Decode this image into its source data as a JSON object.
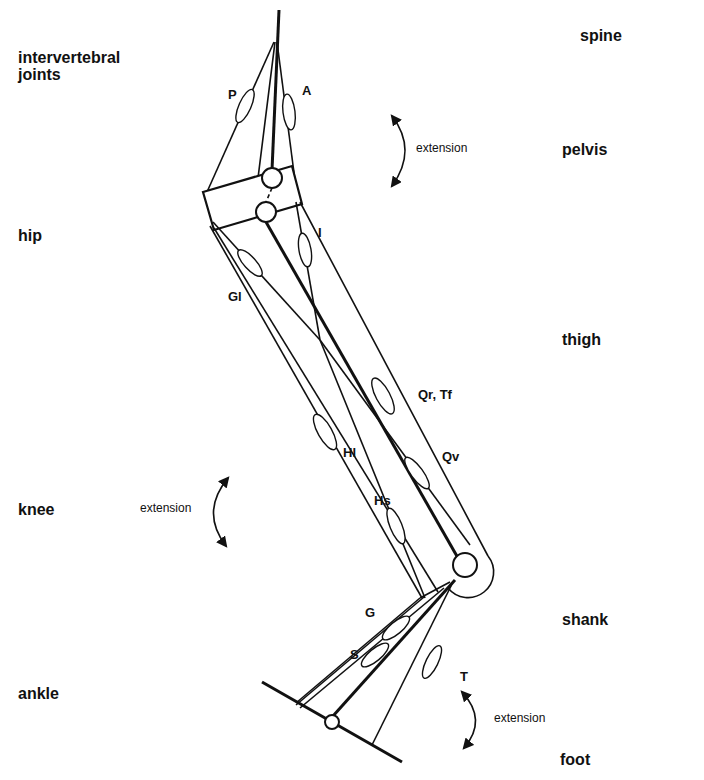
{
  "diagram": {
    "labels": [
      "intervertebral joints",
      "spine",
      "P",
      "A",
      "extension",
      "pelvis",
      "hip",
      "I",
      "Gl",
      "thigh",
      "Qr, Tf",
      "Hl",
      "Qv",
      "Hs",
      "knee",
      "extension",
      "G",
      "shank",
      "S",
      "T",
      "ankle",
      "extension",
      "foot"
    ]
  }
}
